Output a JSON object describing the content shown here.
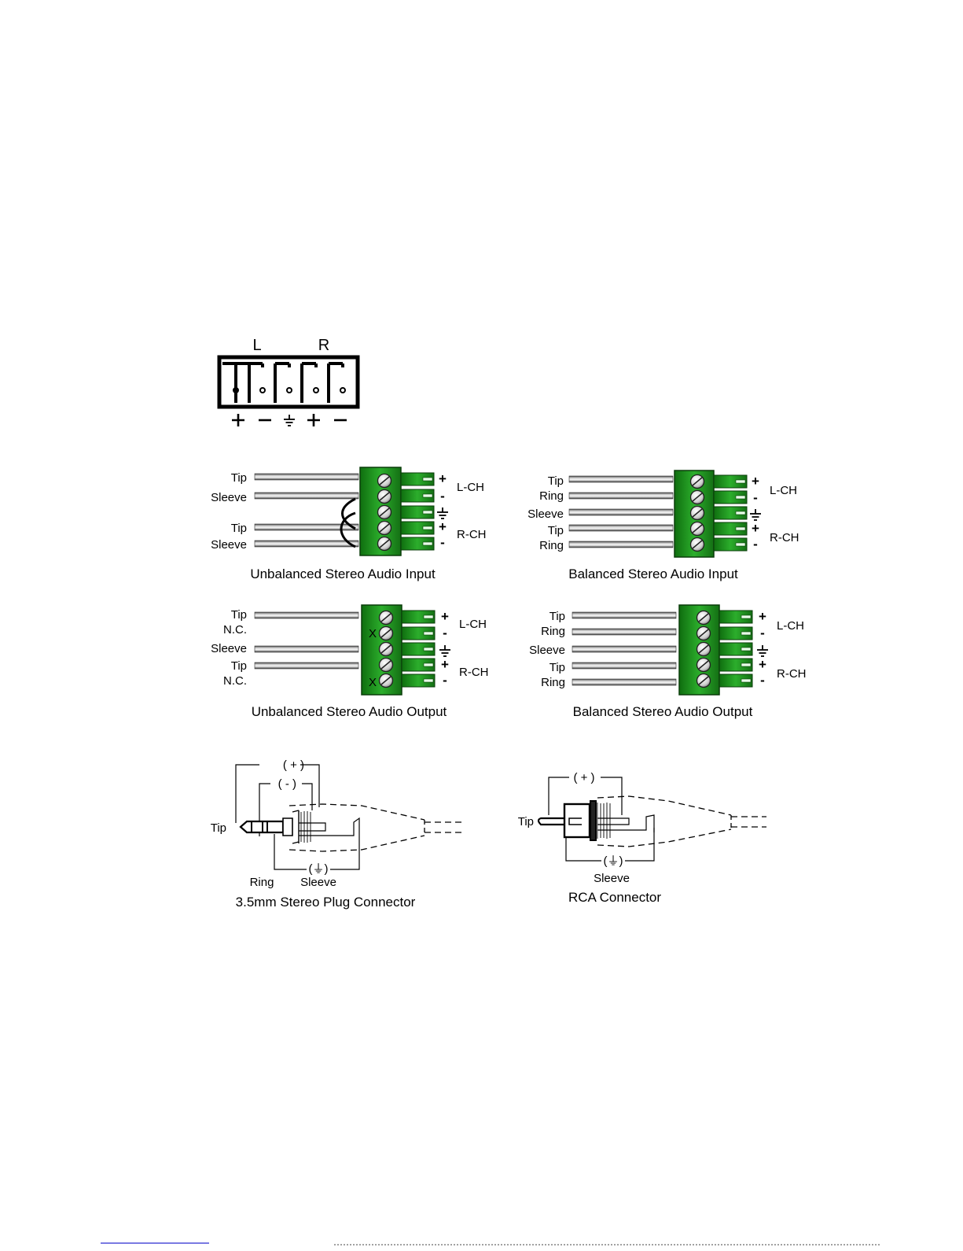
{
  "colors": {
    "terminal_green": "#1e9a1e",
    "terminal_green_dark": "#0d5e0d",
    "wire_gray": "#8a8a8a",
    "line_black": "#000000"
  },
  "header_connector": {
    "channel_left": "L",
    "channel_right": "R",
    "pins": [
      "+",
      "−",
      "⏚",
      "+",
      "−"
    ]
  },
  "diagrams": [
    {
      "caption": "Unbalanced Stereo Audio Input",
      "wire_labels": [
        "Tip",
        "Sleeve",
        "Tip",
        "Sleeve"
      ],
      "pin_signs": [
        "+",
        "-",
        "⏚",
        "+",
        "-"
      ],
      "ch_left": "L-CH",
      "ch_right": "R-CH"
    },
    {
      "caption": "Balanced Stereo Audio Input",
      "wire_labels": [
        "Tip",
        "Ring",
        "Sleeve",
        "Tip",
        "Ring"
      ],
      "pin_signs": [
        "+",
        "-",
        "⏚",
        "+",
        "-"
      ],
      "ch_left": "L-CH",
      "ch_right": "R-CH"
    },
    {
      "caption": "Unbalanced Stereo Audio Output",
      "wire_labels": [
        "Tip",
        "N.C.",
        "Sleeve",
        "Tip",
        "N.C."
      ],
      "nc_mark": "X",
      "pin_signs": [
        "+",
        "-",
        "⏚",
        "+",
        "-"
      ],
      "ch_left": "L-CH",
      "ch_right": "R-CH"
    },
    {
      "caption": "Balanced Stereo Audio Output",
      "wire_labels": [
        "Tip",
        "Ring",
        "Sleeve",
        "Tip",
        "Ring"
      ],
      "pin_signs": [
        "+",
        "-",
        "⏚",
        "+",
        "-"
      ],
      "ch_left": "L-CH",
      "ch_right": "R-CH"
    }
  ],
  "plug_35mm": {
    "caption": "3.5mm Stereo Plug Connector",
    "plus": "( + )",
    "minus": "( - )",
    "ground": "(⏚)",
    "tip": "Tip",
    "ring": "Ring",
    "sleeve": "Sleeve"
  },
  "plug_rca": {
    "caption": "RCA Connector",
    "plus": "( + )",
    "ground": "(⏚)",
    "tip": "Tip",
    "sleeve": "Sleeve"
  }
}
